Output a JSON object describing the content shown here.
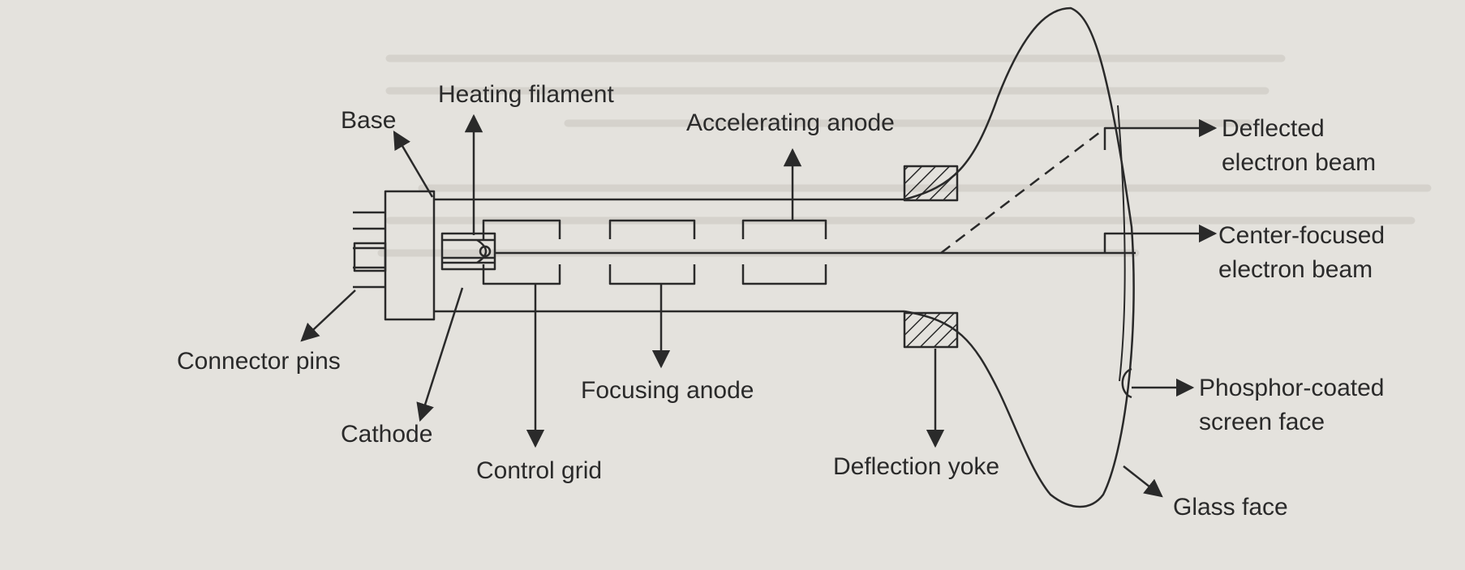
{
  "diagram": {
    "labels": {
      "heating_filament": "Heating filament",
      "base": "Base",
      "accelerating_anode": "Accelerating anode",
      "deflected_beam_1": "Deflected",
      "deflected_beam_2": "electron beam",
      "center_beam_1": "Center-focused",
      "center_beam_2": "electron beam",
      "connector_pins": "Connector pins",
      "cathode": "Cathode",
      "focusing_anode": "Focusing anode",
      "control_grid": "Control grid",
      "deflection_yoke": "Deflection yoke",
      "phosphor_1": "Phosphor-coated",
      "phosphor_2": "screen face",
      "glass_face": "Glass face"
    },
    "colors": {
      "ink": "#2a2a2a",
      "paper": "#e4e2dd",
      "bleed_text": "#c9c6c0"
    }
  }
}
